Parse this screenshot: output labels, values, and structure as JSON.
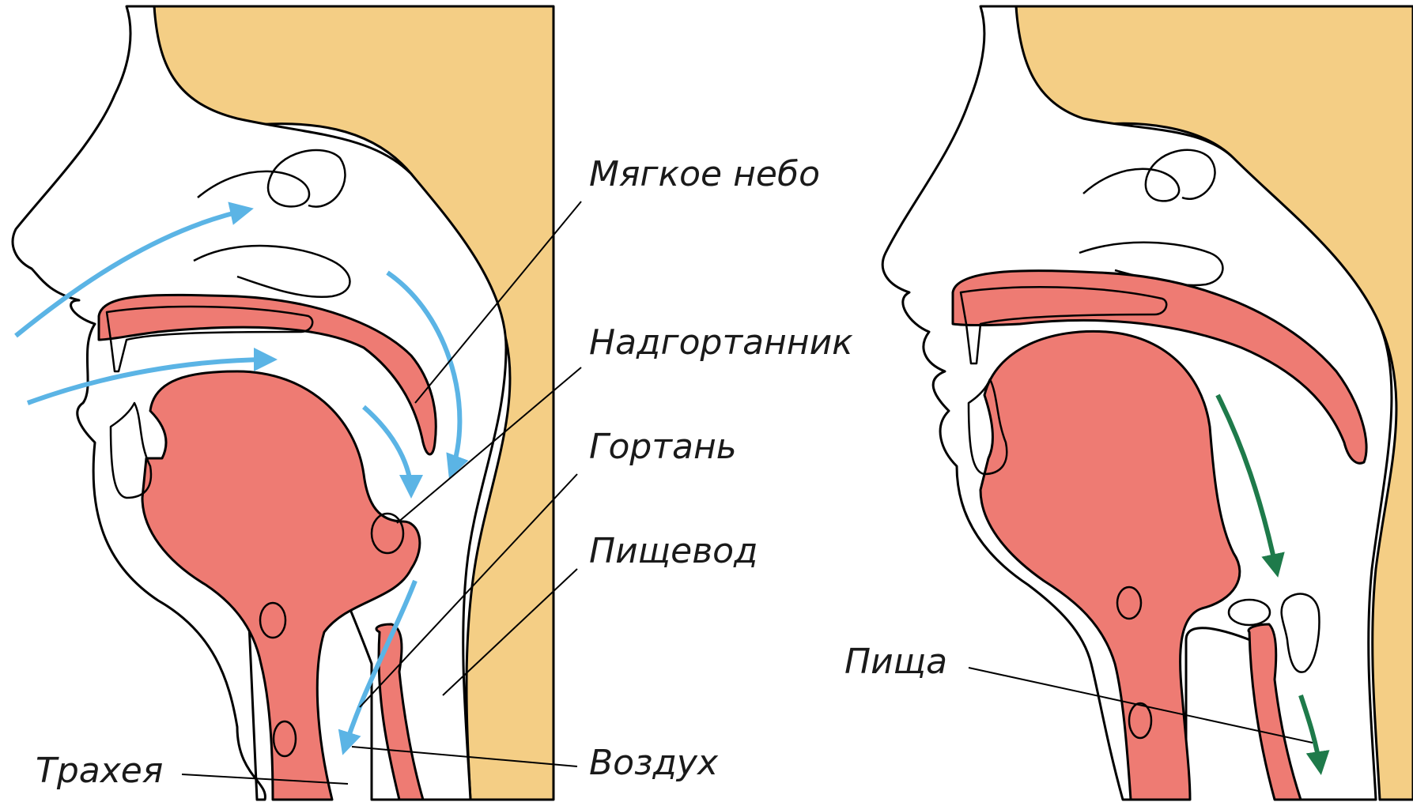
{
  "labels": {
    "soft_palate": "Мягкое небо",
    "epiglottis": "Надгортанник",
    "larynx": "Гортань",
    "esophagus": "Пищевод",
    "trachea": "Трахея",
    "air": "Воздух",
    "food": "Пища"
  },
  "colors": {
    "skin": "#F4CE85",
    "tissue": "#EE7B73",
    "bone": "#D8CDB6",
    "air_arrow": "#5BB4E5",
    "food_arrow": "#1E7A4A",
    "food_bolus": "#1E6B3E",
    "background": "#FFFFFF"
  }
}
